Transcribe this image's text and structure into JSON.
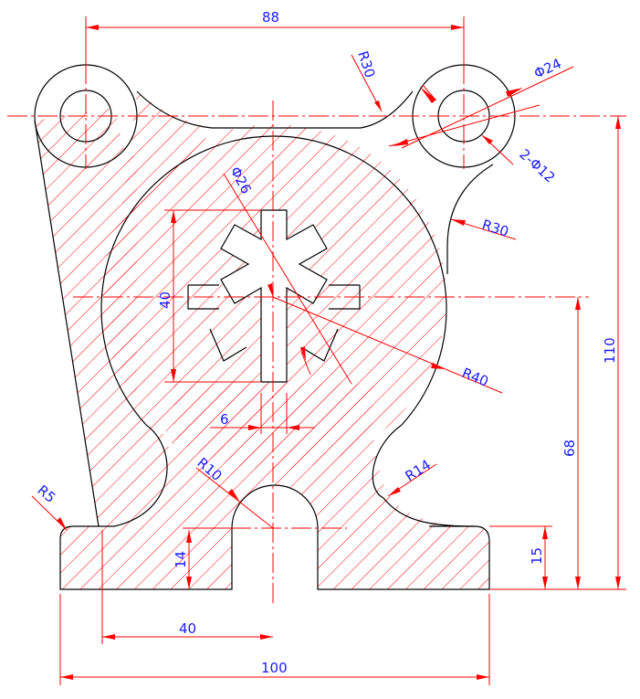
{
  "colors": {
    "outline": "#000000",
    "centerline": "#ff0000",
    "dimension_line": "#ff0000",
    "dimension_text": "#1a1aff",
    "hatch": "#ff0000",
    "background": "#ffffff"
  },
  "dimensions": {
    "top_width": "88",
    "fillet_top": "R30",
    "hole_outer": "Φ24",
    "hole_inner": "2-Φ12",
    "fillet_right": "R30",
    "spline_circle": "Φ26",
    "spline_height": "40",
    "bore_radius": "R40",
    "key_width": "6",
    "slot_radius": "R10",
    "fillet_lower_right": "R14",
    "corner_radius": "R5",
    "slot_depth": "14",
    "base_height": "15",
    "center_height": "68",
    "overall_height": "110",
    "half_base": "40",
    "base_width": "100"
  }
}
